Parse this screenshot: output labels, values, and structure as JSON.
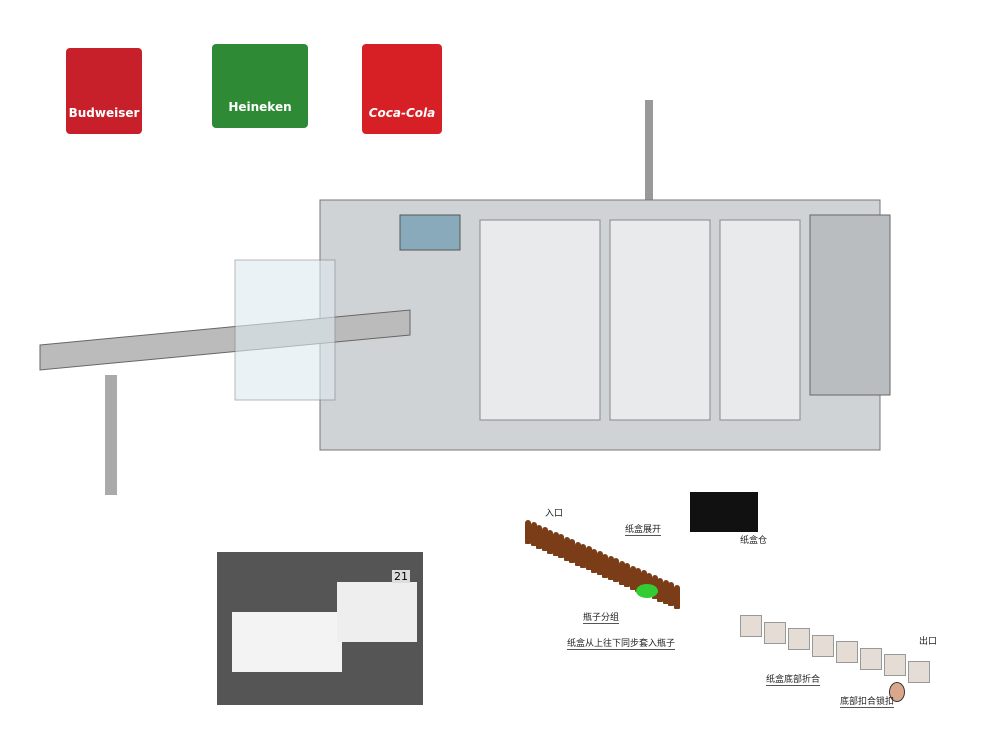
{
  "products": [
    {
      "brand": "Budweiser",
      "color": "#c8202a"
    },
    {
      "brand": "Heineken",
      "color": "#2f8a36"
    },
    {
      "brand": "Coca-Cola",
      "color": "#d71f26"
    }
  ],
  "photo": {
    "station_number": "21"
  },
  "diagram": {
    "labels": {
      "entry": "入口",
      "carton_unfold": "纸盒展开",
      "carton_magazine": "纸盒仓",
      "bottle_grouping": "瓶子分组",
      "carton_insert": "纸盒从上往下同步套入瓶子",
      "bottom_fold": "纸盒底部折合",
      "bottom_lock": "底部扣合锁扣",
      "exit": "出口"
    }
  }
}
